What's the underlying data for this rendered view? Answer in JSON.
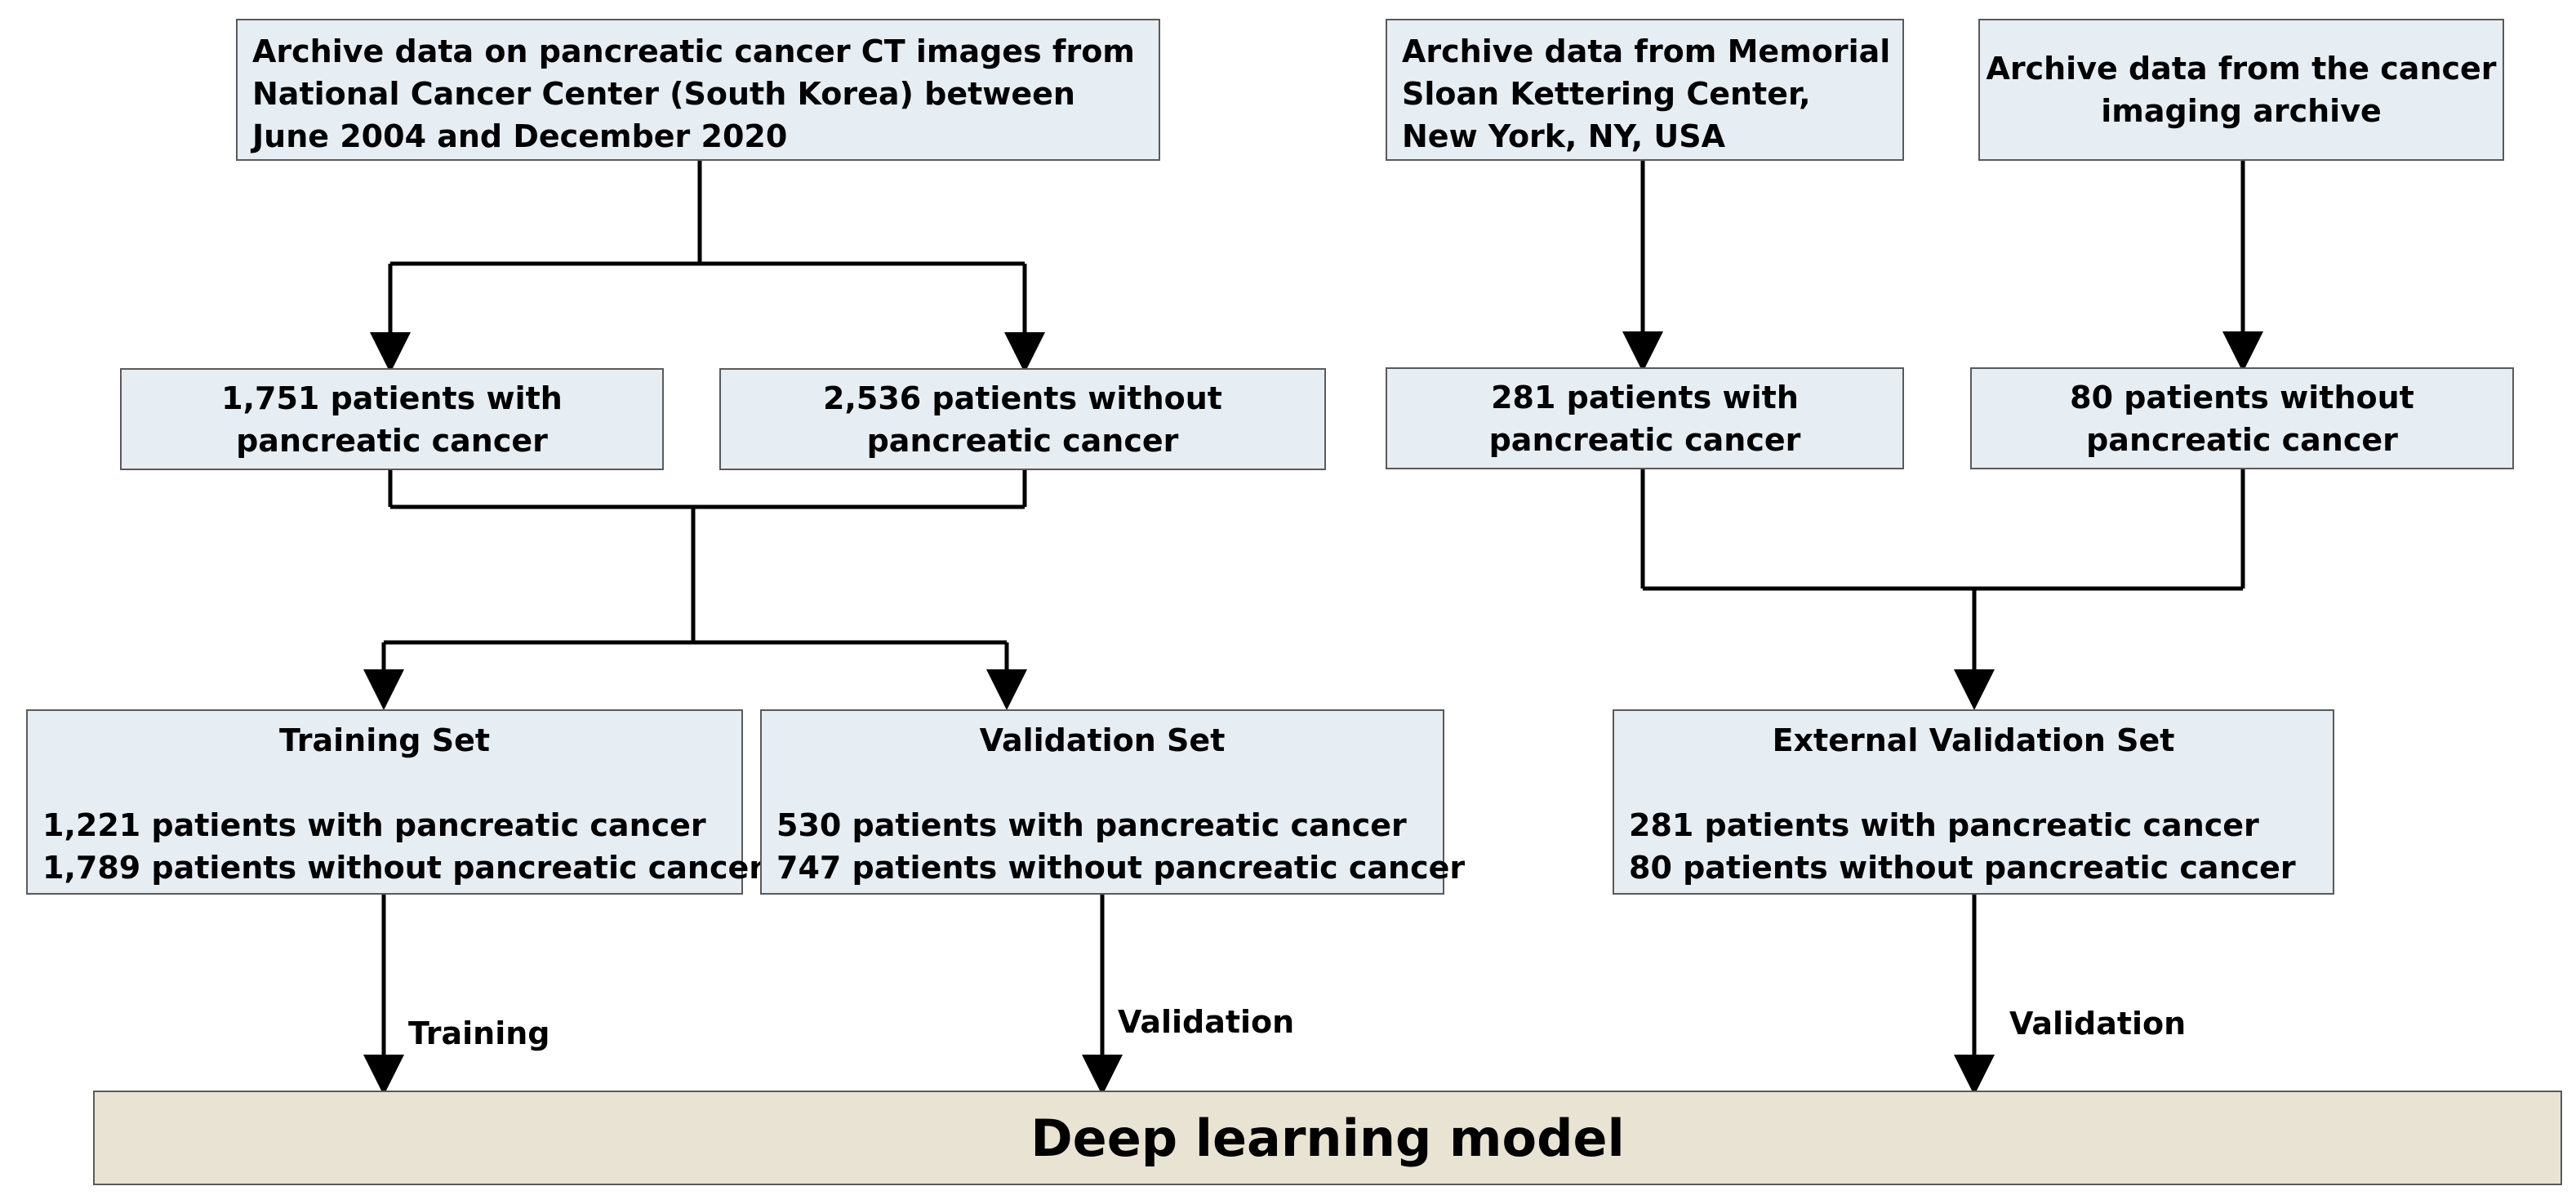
{
  "sources": {
    "ncc": [
      "Archive data on pancreatic cancer CT images from",
      "National Cancer Center (South Korea) between",
      "June 2004 and December 2020"
    ],
    "mskcc": [
      "Archive data from Memorial",
      "Sloan Kettering Center,",
      "New York, NY,  USA"
    ],
    "tcia": [
      "Archive data from the cancer",
      "imaging archive"
    ]
  },
  "groups": {
    "ncc_with": [
      "1,751 patients with",
      "pancreatic cancer"
    ],
    "ncc_without": [
      "2,536 patients without",
      "pancreatic cancer"
    ],
    "ext_with": [
      "281 patients with",
      "pancreatic cancer"
    ],
    "ext_without": [
      "80 patients without",
      "pancreatic cancer"
    ]
  },
  "sets": {
    "training": {
      "title": "Training Set",
      "lines": [
        "1,221 patients with pancreatic cancer",
        "1,789 patients without pancreatic cancer"
      ]
    },
    "validation": {
      "title": "Validation Set",
      "lines": [
        "530 patients with pancreatic cancer",
        "747 patients without pancreatic cancer"
      ]
    },
    "external": {
      "title": "External Validation Set",
      "lines": [
        "281 patients with pancreatic cancer",
        "80 patients without pancreatic cancer"
      ]
    }
  },
  "edges": {
    "training": "Training",
    "validation": "Validation",
    "external_validation": "Validation"
  },
  "model": {
    "label": "Deep learning model"
  }
}
